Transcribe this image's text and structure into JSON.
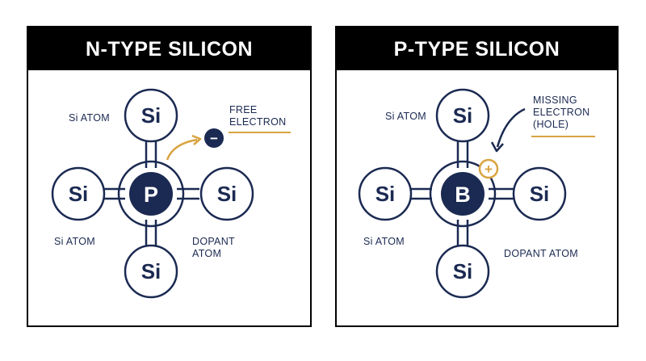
{
  "colors": {
    "navy": "#1b2a52",
    "accent": "#d9a441",
    "header_bg": "#000000",
    "background": "#ffffff"
  },
  "panels": [
    {
      "id": "n-type",
      "title": "N-TYPE SILICON",
      "center_atom": "P",
      "top_atom": "Si",
      "left_atom": "Si",
      "right_atom": "Si",
      "bottom_atom": "Si",
      "label_top_left": "Si ATOM",
      "label_bottom_left": "Si ATOM",
      "label_bottom_right": [
        "DOPANT",
        "ATOM"
      ],
      "annotation": [
        "FREE",
        "ELECTRON"
      ],
      "carrier_symbol": "−",
      "carrier_name": "electron-icon"
    },
    {
      "id": "p-type",
      "title": "P-TYPE SILICON",
      "center_atom": "B",
      "top_atom": "Si",
      "left_atom": "Si",
      "right_atom": "Si",
      "bottom_atom": "Si",
      "label_top_left": "Si ATOM",
      "label_bottom_left": "Si ATOM",
      "label_bottom_right": [
        "DOPANT ATOM"
      ],
      "annotation": [
        "MISSING",
        "ELECTRON",
        "(HOLE)"
      ],
      "carrier_symbol": "+",
      "carrier_name": "hole-icon"
    }
  ]
}
